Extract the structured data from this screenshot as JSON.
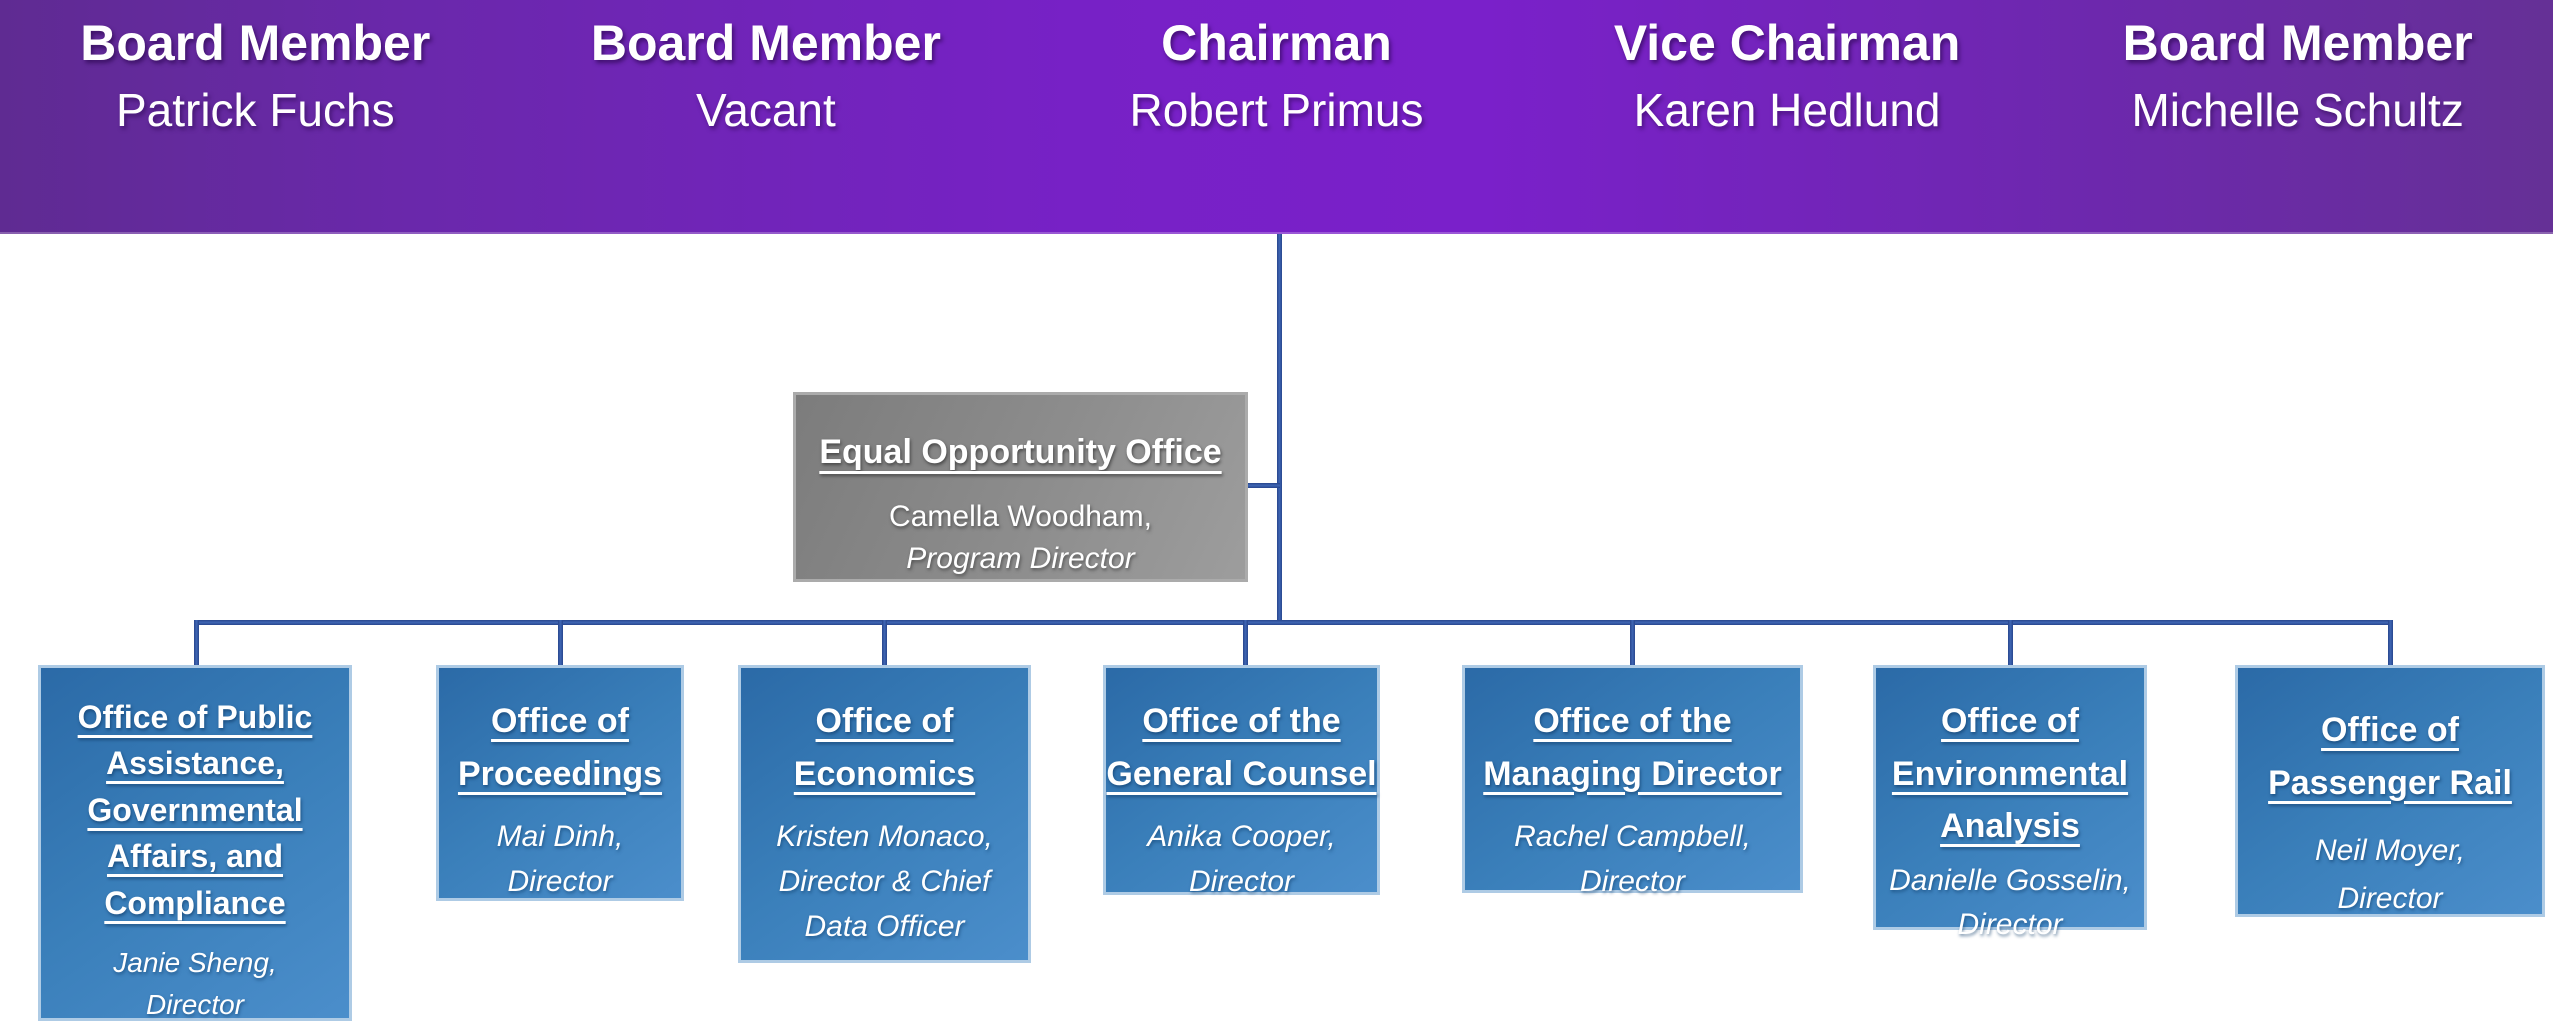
{
  "banner": {
    "members": [
      {
        "title": "Board Member",
        "name": "Patrick Fuchs"
      },
      {
        "title": "Board Member",
        "name": "Vacant"
      },
      {
        "title": "Chairman",
        "name": "Robert Primus"
      },
      {
        "title": "Vice Chairman",
        "name": "Karen Hedlund"
      },
      {
        "title": "Board Member",
        "name": "Michelle Schultz"
      }
    ]
  },
  "eeo_office": {
    "title": "Equal Opportunity Office",
    "name": "Camella Woodham,",
    "role": "Program Director"
  },
  "offices": [
    {
      "title": "Office of Public\nAssistance,\nGovernmental\nAffairs, and\nCompliance",
      "name": "Janie Sheng,",
      "role": "Director"
    },
    {
      "title": "Office of\nProceedings",
      "name": "Mai Dinh,",
      "role": "Director"
    },
    {
      "title": "Office of\nEconomics",
      "name": "Kristen Monaco,",
      "role": "Director & Chief\nData Officer"
    },
    {
      "title": "Office of the\nGeneral Counsel",
      "name": "Anika Cooper,",
      "role": "Director"
    },
    {
      "title": "Office of the\nManaging Director",
      "name": "Rachel Campbell,",
      "role": "Director"
    },
    {
      "title": "Office of\nEnvironmental\nAnalysis",
      "name": "Danielle Gosselin,",
      "role": "Director"
    },
    {
      "title": "Office of\nPassenger Rail",
      "name": "Neil Moyer,",
      "role": "Director"
    }
  ],
  "colors": {
    "banner_purple_center": "#7721c6",
    "banner_purple_left_edge": "#5f2b92",
    "banner_purple_right_edge": "#653096",
    "office_blue": "#3a7fba",
    "office_blue_border": "#aecbe5",
    "eeo_gray": "#8d8d8d",
    "eeo_gray_border": "#ababab",
    "connector_blue": "#2e519f",
    "text_white": "#ffffff"
  }
}
